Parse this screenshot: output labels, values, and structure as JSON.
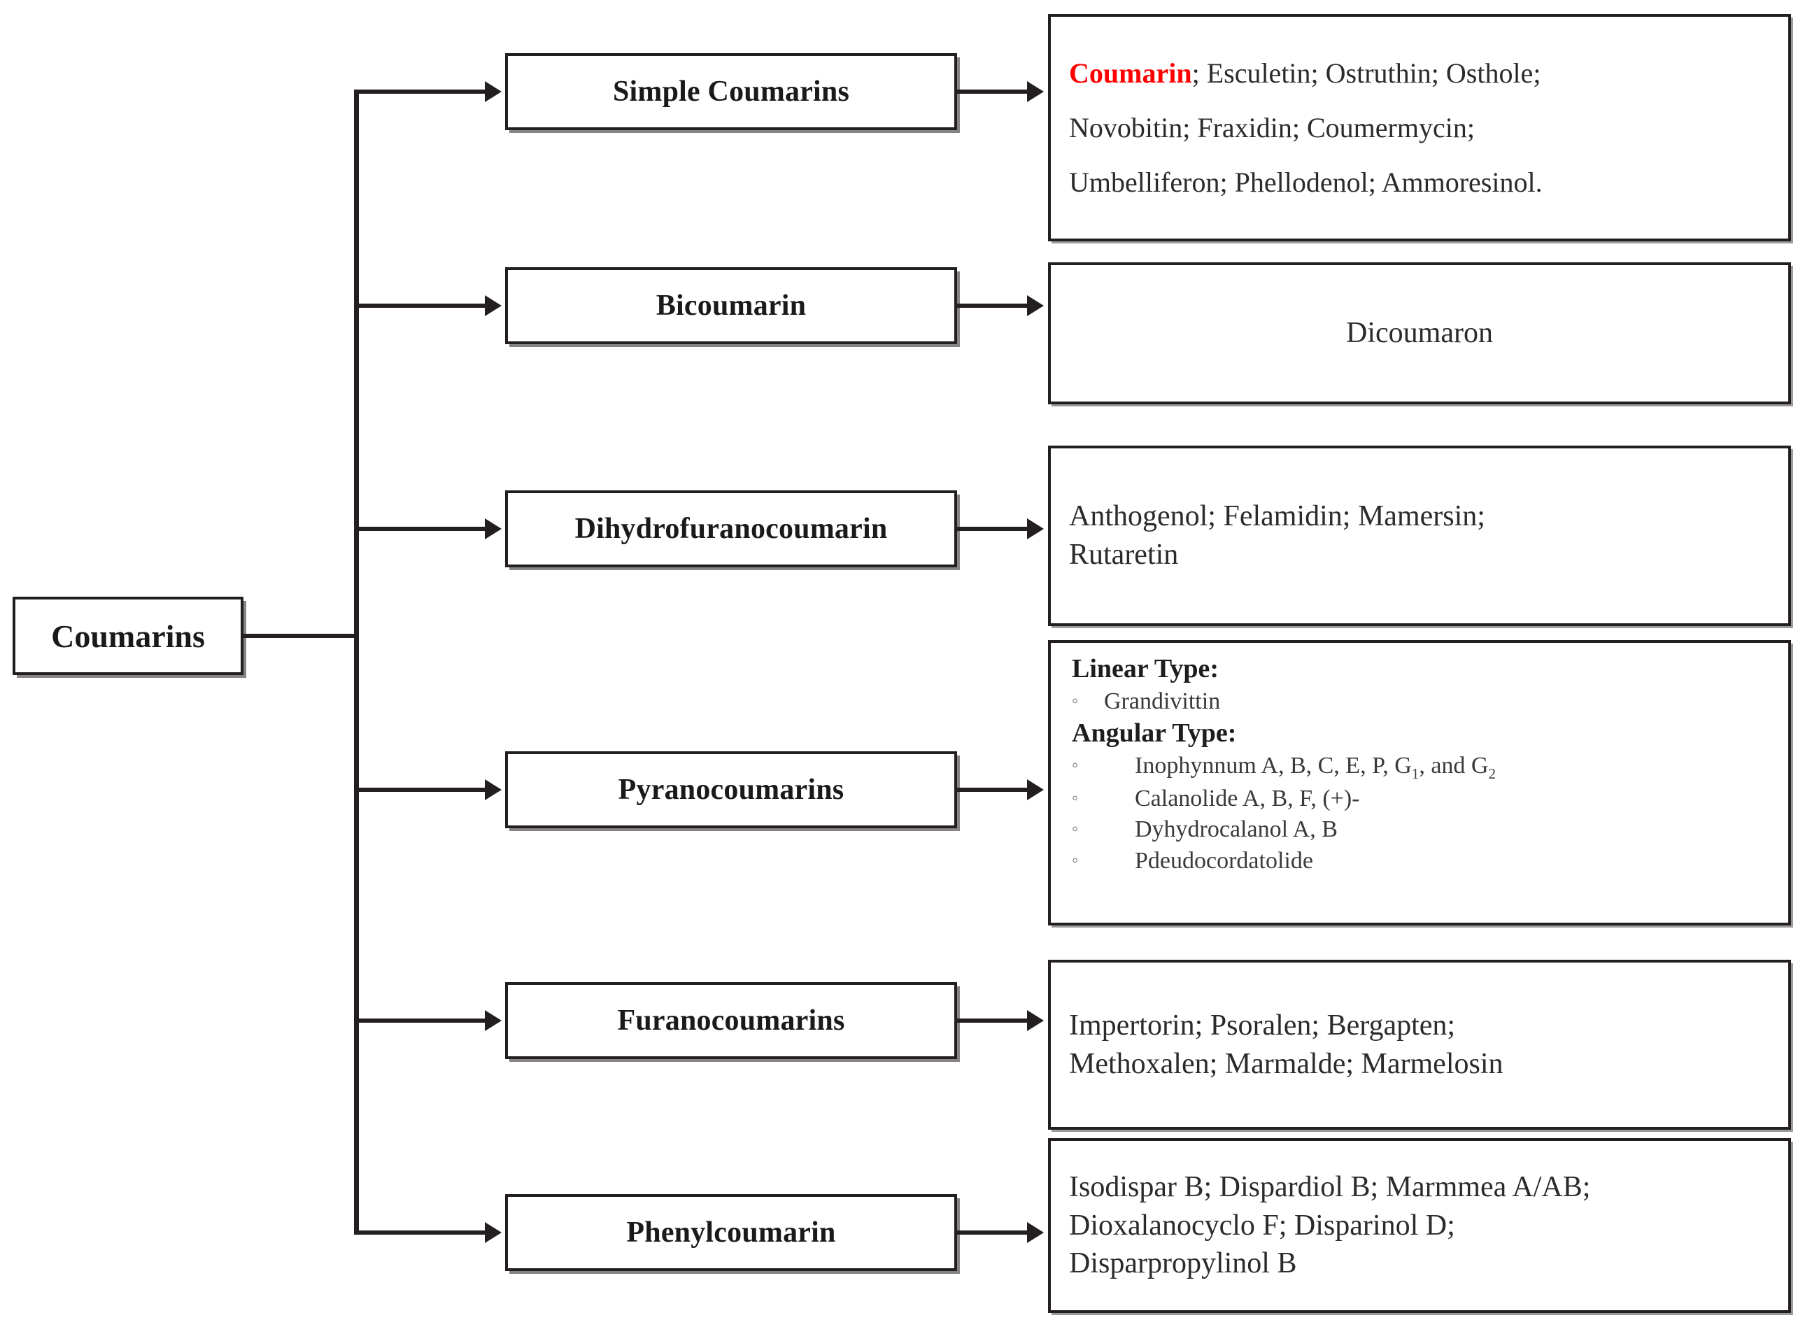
{
  "diagram": {
    "title": "Coumarins classification",
    "root": {
      "label": "Coumarins"
    },
    "accent_color": "#ff0000",
    "line_color": "#231f20",
    "branches": [
      {
        "category": "Simple Coumarins",
        "examples_lines": [
          "; Esculetin; Ostruthin; Osthole;",
          "Novobitin; Fraxidin; Coumermycin;",
          "Umbelliferon; Phellodenol; Ammoresinol."
        ],
        "highlighted_example": "Coumarin"
      },
      {
        "category": "Bicoumarin",
        "examples_lines": [
          "Dicoumaron"
        ]
      },
      {
        "category": "Dihydrofuranocoumarin",
        "examples_lines": [
          "Anthogenol; Felamidin;  Mamersin;",
          "Rutaretin"
        ]
      },
      {
        "category": "Pyranocoumarins",
        "groups": [
          {
            "heading": "Linear Type:",
            "items": [
              {
                "text": "Grandivittin",
                "indent": 1
              }
            ]
          },
          {
            "heading": "Angular Type:",
            "items": [
              {
                "text": "Inophynnum A, B, C, E, P, G",
                "sub1": "1",
                "text2": ", and  G",
                "sub2": "2",
                "indent": 2
              },
              {
                "text": "Calanolide A, B, F, (+)-",
                "indent": 2
              },
              {
                "text": "Dyhydrocalanol A, B",
                "indent": 2
              },
              {
                "text": "Pdeudocordatolide",
                "indent": 2
              }
            ]
          }
        ]
      },
      {
        "category": "Furanocoumarins",
        "examples_lines": [
          "Impertorin; Psoralen; Bergapten;",
          "Methoxalen; Marmalde; Marmelosin"
        ]
      },
      {
        "category": "Phenylcoumarin",
        "examples_lines": [
          "Isodispar B; Dispardiol B; Marmmea A/AB;",
          "Dioxalanocyclo F; Disparinol D;",
          "Disparpropylinol B"
        ]
      }
    ]
  }
}
